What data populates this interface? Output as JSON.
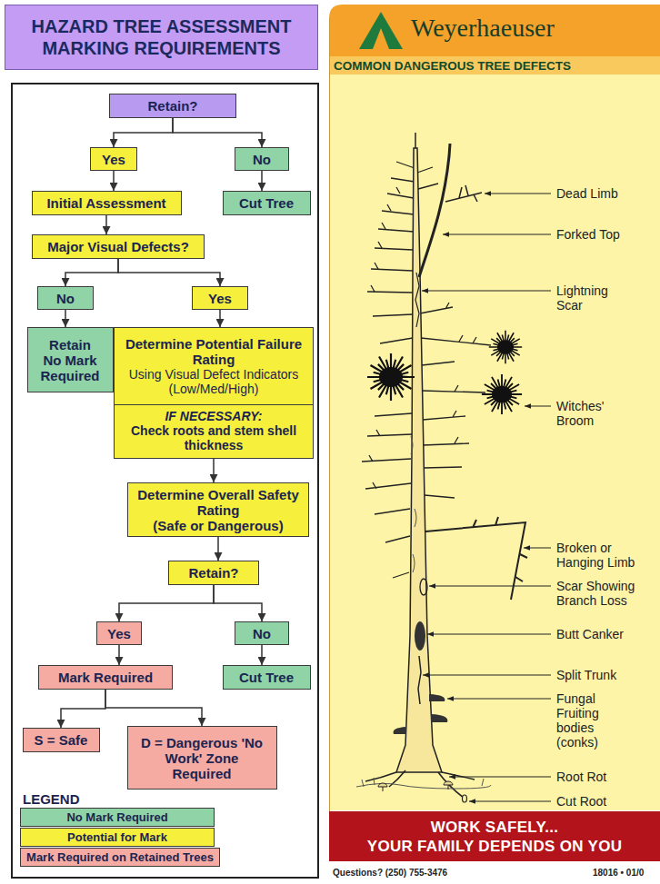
{
  "diagram": {
    "title": "HAZARD TREE ASSESSMENT MARKING REQUIREMENTS",
    "nodes": [
      {
        "text": [
          "Retain?"
        ]
      },
      {
        "text": [
          "Yes"
        ]
      },
      {
        "text": [
          "No"
        ]
      },
      {
        "text": [
          "Initial Assessment"
        ]
      },
      {
        "text": [
          "Cut Tree"
        ]
      },
      {
        "text": [
          "Major Visual Defects?"
        ]
      },
      {
        "text": [
          "No"
        ]
      },
      {
        "text": [
          "Yes"
        ]
      },
      {
        "text": [
          "Retain No Mark Required"
        ]
      },
      {
        "text": [
          "Determine Potential Failure Rating",
          "Using Visual Defect Indicators (Low/Med/High)",
          "IF NECESSARY:",
          "Check roots and stem shell thickness"
        ]
      },
      {
        "text": [
          "Determine Overall Safety Rating",
          "(Safe or Dangerous)"
        ]
      },
      {
        "text": [
          "Retain?"
        ]
      },
      {
        "text": [
          "Yes"
        ]
      },
      {
        "text": [
          "No"
        ]
      },
      {
        "text": [
          "Mark Required"
        ]
      },
      {
        "text": [
          "Cut Tree"
        ]
      },
      {
        "text": [
          "S = Safe"
        ]
      },
      {
        "text": [
          "D = Dangerous 'No Work' Zone Required"
        ]
      },
      {
        "text": [
          "WORK SAFELY...",
          "YOUR FAMILY DEPENDS ON YOU"
        ]
      }
    ],
    "edges": [
      {
        "from": 0,
        "to": 1,
        "arrow": "to"
      },
      {
        "from": 0,
        "to": 2,
        "arrow": "to"
      },
      {
        "from": 1,
        "to": 3,
        "arrow": "to"
      },
      {
        "from": 2,
        "to": 4,
        "arrow": "to"
      },
      {
        "from": 3,
        "to": 5,
        "arrow": "to"
      },
      {
        "from": 5,
        "to": 6,
        "arrow": "to"
      },
      {
        "from": 5,
        "to": 7,
        "arrow": "to"
      },
      {
        "from": 6,
        "to": 8,
        "arrow": "to"
      },
      {
        "from": 7,
        "to": 9,
        "arrow": "to"
      },
      {
        "from": 9,
        "to": 10,
        "arrow": "to"
      },
      {
        "from": 10,
        "to": 11,
        "arrow": "to"
      },
      {
        "from": 11,
        "to": 12,
        "arrow": "to"
      },
      {
        "from": 11,
        "to": 13,
        "arrow": "to"
      },
      {
        "from": 12,
        "to": 14,
        "arrow": "to"
      },
      {
        "from": 13,
        "to": 15,
        "arrow": "to"
      },
      {
        "from": 14,
        "to": 16,
        "arrow": "to"
      },
      {
        "from": 14,
        "to": 17,
        "arrow": "to"
      }
    ],
    "labels": [
      "LEGEND",
      "Weyerhaeuser",
      "COMMON DANGEROUS TREE DEFECTS",
      "Dead Limb",
      "Forked Top",
      "Lightning Scar",
      "Witches' Broom",
      "Broken or Hanging Limb",
      "Scar Showing Branch Loss",
      "Butt Canker",
      "Split Trunk",
      "Fungal Fruiting bodies (conks)",
      "Root Rot",
      "Cut Root",
      "Questions? (250) 755-3476",
      "18016 • 01/0"
    ],
    "legend": [
      {
        "text": "No Mark Required",
        "color": "#8fd3a6"
      },
      {
        "text": "Potential for Mark",
        "color": "#f6f03c"
      },
      {
        "text": "Mark Required on Retained Trees",
        "color": "#f5aba2"
      }
    ]
  }
}
